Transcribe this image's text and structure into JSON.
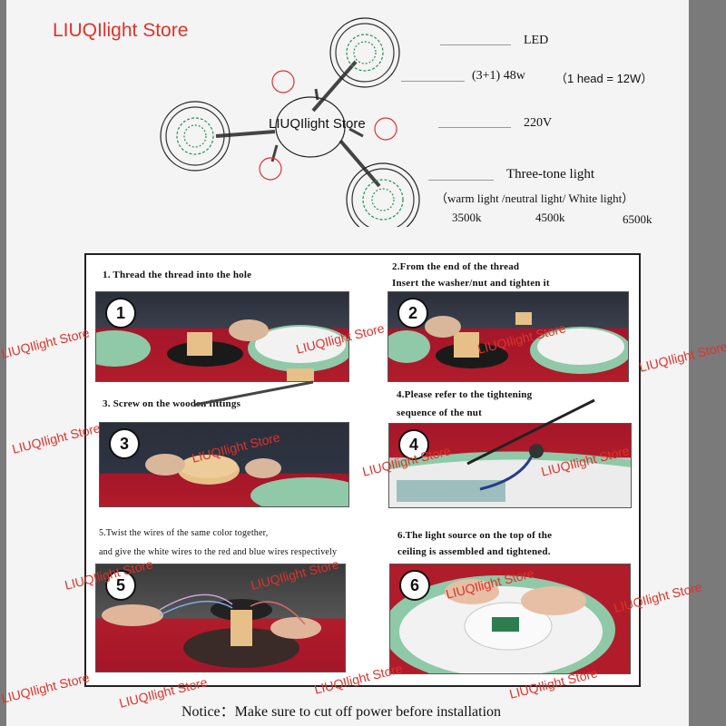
{
  "store_name": "LIUQIlight Store",
  "diagram_watermark": "LIUQIlight Store",
  "specs": {
    "type": "LED",
    "power": "(3+1) 48w",
    "power_note": "（1 head = 12W）",
    "voltage": "220V",
    "light": "Three-tone light",
    "tones": "（warm light /neutral light/ White light）",
    "temps": [
      "3500k",
      "4500k",
      "6500k"
    ]
  },
  "steps": [
    {
      "num": "1",
      "title": "1.  Thread the thread into the hole",
      "title2": ""
    },
    {
      "num": "2",
      "title": "2.From the end of the thread",
      "title2": "Insert the washer/nut and tighten it"
    },
    {
      "num": "3",
      "title": "3.  Screw on the wooden fittings",
      "title2": ""
    },
    {
      "num": "4",
      "title": "4.Please refer to the tightening",
      "title2": "sequence of the nut"
    },
    {
      "num": "5",
      "title": "5.Twist the wires of the same color together,",
      "title2": "and give the white wires to the red and blue wires respectively"
    },
    {
      "num": "6",
      "title": "6.The light source on the top of the",
      "title2": "ceiling is assembled and tightened."
    }
  ],
  "watermark": "LIUQIlight Store",
  "notice": "Notice：Make sure to cut off power before installation",
  "colors": {
    "brand_red": "#e0322a",
    "mint": "#8fc9a8",
    "table_red": "#b01c2a"
  }
}
